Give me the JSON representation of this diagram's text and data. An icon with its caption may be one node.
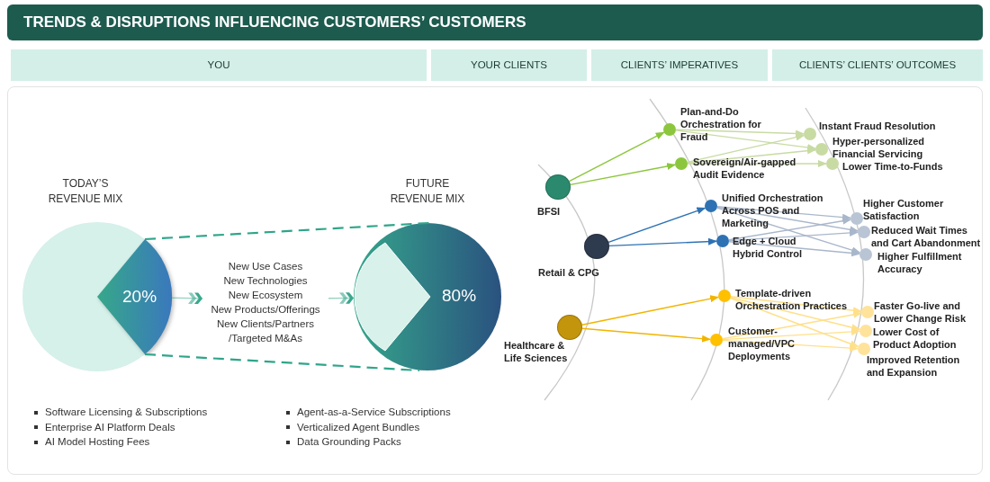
{
  "diagram": {
    "title": "TRENDS & DISRUPTIONS INFLUENCING CUSTOMERS’ CUSTOMERS",
    "nodes": [
      {
        "text": [
          "YOU"
        ]
      },
      {
        "text": [
          "YOUR CLIENTS"
        ]
      },
      {
        "text": [
          "CLIENTS’ IMPERATIVES"
        ]
      },
      {
        "text": [
          "CLIENTS’ CLIENTS’ OUTCOMES"
        ]
      },
      {
        "text": [
          "TODAY’S REVENUE MIX"
        ]
      },
      {
        "text": [
          "20%"
        ],
        "in": 4
      },
      {
        "text": [
          "New Use Cases",
          "New Technologies",
          "New Ecosystem",
          "New Products/Offerings",
          "New Clients/Partners /Targeted M&As"
        ]
      },
      {
        "text": [
          "FUTURE REVENUE MIX",
          "80%"
        ]
      },
      {
        "text": [
          "BFSI"
        ]
      },
      {
        "text": [
          "Retail & CPG"
        ]
      },
      {
        "text": [
          "Healthcare & Life Sciences"
        ]
      },
      {
        "text": [
          "Plan-and-Do Orchestration for Fraud"
        ]
      },
      {
        "text": [
          "Sovereign/Air-gapped Audit Evidence"
        ]
      },
      {
        "text": [
          "Unified Orchestration Across POS and Marketing"
        ]
      },
      {
        "text": [
          "Edge + Cloud Hybrid Control"
        ]
      },
      {
        "text": [
          "Template-driven Orchestration Practices"
        ]
      },
      {
        "text": [
          "Customer-managed/VPC Deployments"
        ]
      },
      {
        "text": [
          "Instant Fraud Resolution"
        ]
      },
      {
        "text": [
          "Hyper-personalized Financial Servicing"
        ]
      },
      {
        "text": [
          "Lower Time-to-Funds"
        ]
      },
      {
        "text": [
          "Higher Customer Satisfaction"
        ]
      },
      {
        "text": [
          "Reduced Wait Times and Cart Abandonment"
        ]
      },
      {
        "text": [
          "Higher Fulfillment Accuracy"
        ]
      },
      {
        "text": [
          "Faster Go-live and Lower Change Risk"
        ]
      },
      {
        "text": [
          "Lower Cost of Product Adoption"
        ]
      },
      {
        "text": [
          "Improved Retention and Expansion"
        ]
      }
    ],
    "edges": [
      {
        "from": 4,
        "to": 6,
        "arrow": "to",
        "color": "#3aa88e"
      },
      {
        "from": 6,
        "to": 7,
        "arrow": "to",
        "color": "#3aa88e"
      },
      {
        "from": 5,
        "to": 7,
        "arrow": "none",
        "style": "dashed",
        "color": "#2fa58a"
      },
      {
        "from": 5,
        "to": 7,
        "arrow": "none",
        "style": "dashed",
        "color": "#2fa58a"
      },
      {
        "from": 8,
        "to": 11,
        "arrow": "to",
        "color": "#8cc63e"
      },
      {
        "from": 8,
        "to": 12,
        "arrow": "to",
        "color": "#8cc63e"
      },
      {
        "from": 11,
        "to": 17,
        "arrow": "to",
        "color": "#c8dba3"
      },
      {
        "from": 11,
        "to": 18,
        "arrow": "to",
        "color": "#c8dba3"
      },
      {
        "from": 12,
        "to": 17,
        "arrow": "to",
        "color": "#c8dba3"
      },
      {
        "from": 12,
        "to": 18,
        "arrow": "to",
        "color": "#c8dba3"
      },
      {
        "from": 12,
        "to": 19,
        "arrow": "to",
        "color": "#c8dba3"
      },
      {
        "from": 9,
        "to": 13,
        "arrow": "to",
        "color": "#2e72b4"
      },
      {
        "from": 9,
        "to": 14,
        "arrow": "to",
        "color": "#2e72b4"
      },
      {
        "from": 13,
        "to": 20,
        "arrow": "to",
        "color": "#a9b7cb"
      },
      {
        "from": 13,
        "to": 21,
        "arrow": "to",
        "color": "#a9b7cb"
      },
      {
        "from": 13,
        "to": 22,
        "arrow": "to",
        "color": "#a9b7cb"
      },
      {
        "from": 14,
        "to": 20,
        "arrow": "to",
        "color": "#a9b7cb"
      },
      {
        "from": 14,
        "to": 21,
        "arrow": "to",
        "color": "#a9b7cb"
      },
      {
        "from": 14,
        "to": 22,
        "arrow": "to",
        "color": "#a9b7cb"
      },
      {
        "from": 10,
        "to": 15,
        "arrow": "to",
        "color": "#f2b400"
      },
      {
        "from": 10,
        "to": 16,
        "arrow": "to",
        "color": "#f2b400"
      },
      {
        "from": 15,
        "to": 23,
        "arrow": "to",
        "color": "#ffe08a"
      },
      {
        "from": 15,
        "to": 24,
        "arrow": "to",
        "color": "#ffe08a"
      },
      {
        "from": 15,
        "to": 25,
        "arrow": "to",
        "color": "#ffe08a"
      },
      {
        "from": 16,
        "to": 23,
        "arrow": "to",
        "color": "#ffe08a"
      },
      {
        "from": 16,
        "to": 24,
        "arrow": "to",
        "color": "#ffe08a"
      },
      {
        "from": 16,
        "to": 25,
        "arrow": "to",
        "color": "#ffe08a"
      }
    ],
    "labels": [
      "Software Licensing & Subscriptions",
      "Agent-as-a-Service Subscriptions",
      "Enterprise AI Platform Deals",
      "Verticalized Agent Bundles",
      "AI Model Hosting Fees",
      "Data Grounding Packs"
    ]
  }
}
